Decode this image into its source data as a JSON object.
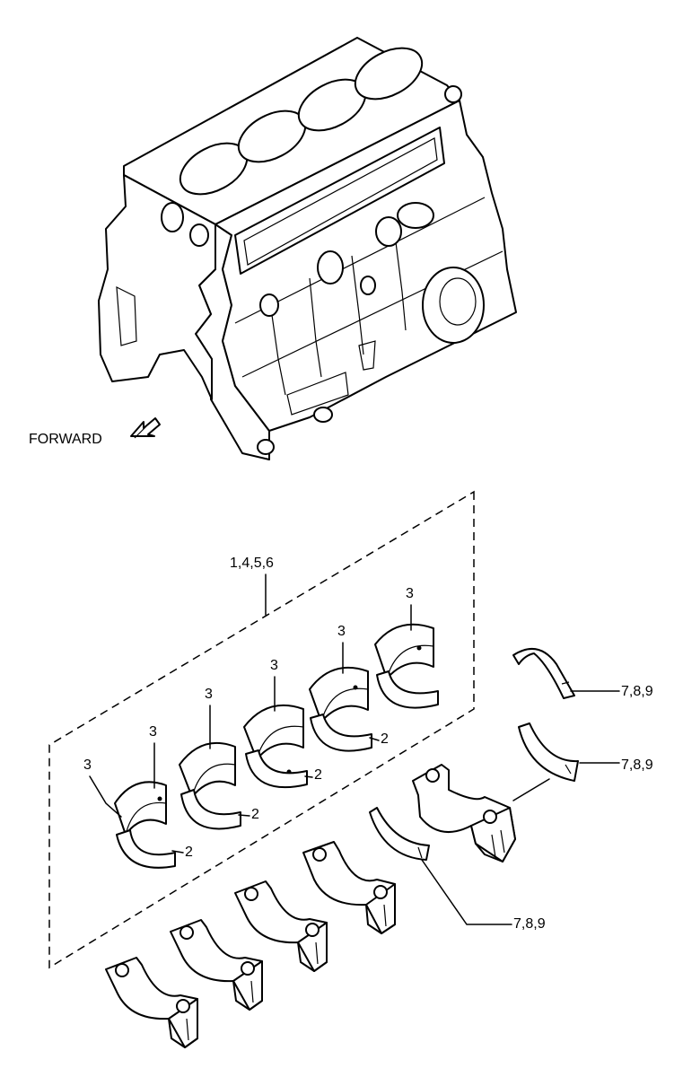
{
  "labels": {
    "forward": "FORWARD",
    "kit": "1,4,5,6",
    "upper_bearing": "3",
    "lower_bearing": "2",
    "thrust_washer": "7,8,9"
  },
  "icons": {
    "forward_arrow": "forward-arrow-icon"
  }
}
